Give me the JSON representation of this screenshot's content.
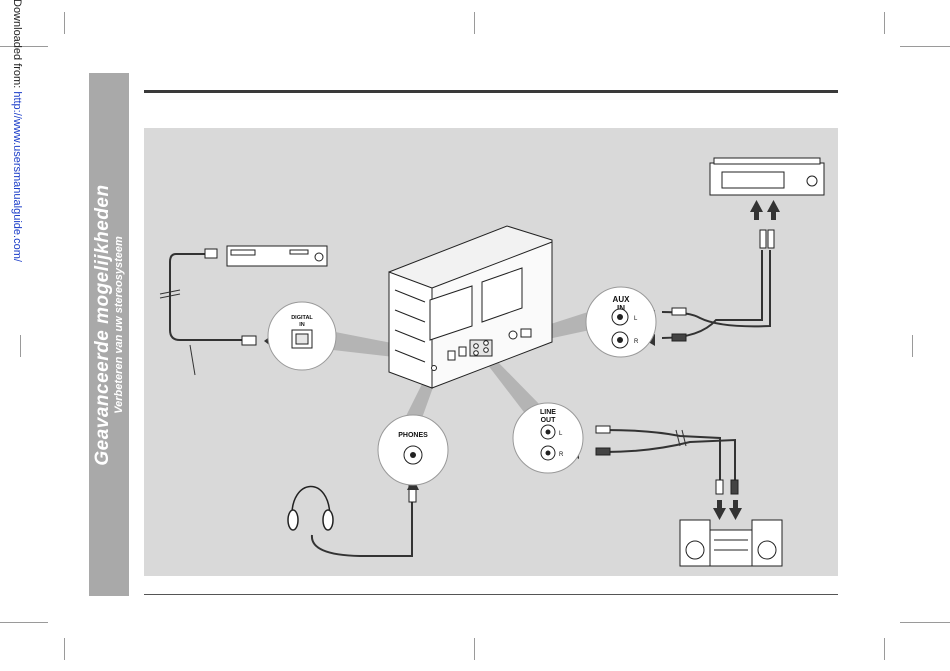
{
  "watermark": {
    "prefix": "Downloaded from: ",
    "url": "http://www.usersmanualguide.com/"
  },
  "sidebar": {
    "title": "Geavanceerde mogelijkheden",
    "subtitle": "Verbeteren van uw stereosysteem"
  },
  "diagram": {
    "digital_in": {
      "line1": "DIGITAL",
      "line2": "IN"
    },
    "aux_in": {
      "line1": "AUX",
      "line2": "IN",
      "left": "L",
      "right": "R"
    },
    "line_out": {
      "line1": "LINE",
      "line2": "OUT",
      "left": "L",
      "right": "R"
    },
    "phones": "PHONES"
  }
}
